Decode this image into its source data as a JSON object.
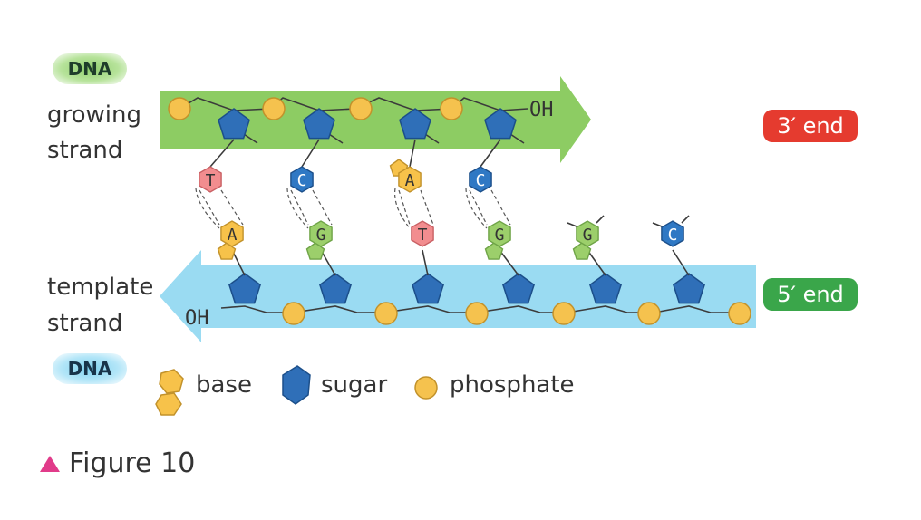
{
  "labels": {
    "dna_top": "DNA",
    "growing_line1": "growing",
    "growing_line2": "strand",
    "template_line1": "template",
    "template_line2": "strand",
    "dna_bottom": "DNA",
    "oh_top": "OH",
    "oh_bottom": "OH",
    "end3": "3′ end",
    "end5": "5′ end"
  },
  "growing_bases": [
    "T",
    "C",
    "A",
    "C"
  ],
  "template_bases": [
    "A",
    "G",
    "T",
    "G",
    "G",
    "C"
  ],
  "legend": {
    "base": "base",
    "sugar": "sugar",
    "phosphate": "phosphate"
  },
  "caption": "Figure 10",
  "colors": {
    "growing_band": "#8dcc63",
    "template_band": "#9adbf2",
    "base_A": "#f7c24a",
    "base_T": "#f28d8f",
    "base_C": "#2f78c4",
    "base_G": "#9ccf6b",
    "sugar": "#2f6fb8",
    "phosphate": "#f5c24e",
    "end3_badge": "#e53b2f",
    "end5_badge": "#3aa64a",
    "caption_marker": "#e13b8a"
  }
}
